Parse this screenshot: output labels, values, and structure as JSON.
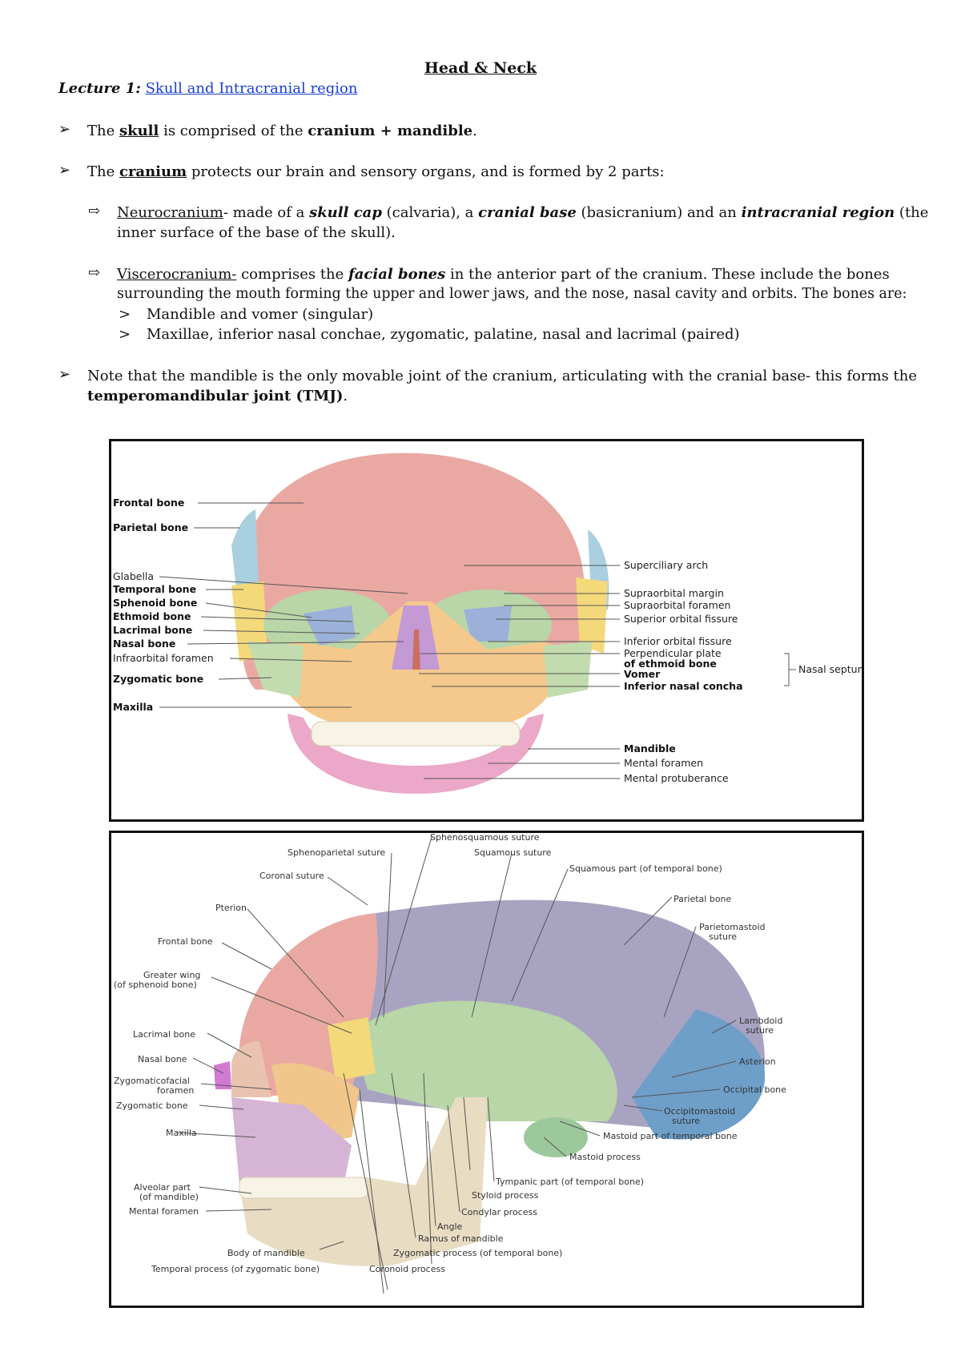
{
  "header": {
    "title": "Head & Neck"
  },
  "lecture": {
    "label": "Lecture 1:",
    "link": "Skull and Intracranial region"
  },
  "bullets": {
    "b1": {
      "p1": "The ",
      "skull": "skull",
      "p2": " is comprised of the ",
      "bold": "cranium + mandible",
      "p3": "."
    },
    "b2": {
      "p1": "The ",
      "cranium": "cranium",
      "p2": " protects our brain and sensory organs, and is formed by 2 parts:"
    },
    "neuro": {
      "name": "Neurocranium",
      "p1": "- made of a ",
      "skullcap": "skull cap",
      "p2": " (calvaria), a ",
      "cranialbase": "cranial base",
      "p3": " (basicranium) and an ",
      "intracranial": "intracranial region",
      "p4": " (the",
      "line2": "inner surface of the base of the skull)."
    },
    "viscero": {
      "name": "Viscerocranium-",
      "p1": " comprises the ",
      "facial": "facial bones",
      "p2": " in the anterior part of the cranium. These include the bones",
      "line2": "surrounding the mouth forming the upper and lower jaws, and the nose, nasal cavity and orbits. The bones are:",
      "sub1": "Mandible and vomer (singular)",
      "sub2": "Maxillae, inferior nasal conchae, zygomatic, palatine, nasal and lacrimal (paired)"
    },
    "b3": {
      "line1": "Note that the mandible is the only movable joint of the cranium, articulating with the cranial base- this forms the",
      "bold": "temperomandibular joint (TMJ)",
      "p2": "."
    }
  },
  "figure1": {
    "left_labels": [
      "Frontal bone",
      "Parietal bone",
      "Glabella",
      "Temporal bone",
      "Sphenoid bone",
      "Ethmoid bone",
      "Lacrimal bone",
      "Nasal bone",
      "Infraorbital foramen",
      "Zygomatic bone",
      "Maxilla"
    ],
    "right_labels": [
      "Superciliary arch",
      "Supraorbital margin",
      "Supraorbital foramen",
      "Superior orbital fissure",
      "Inferior orbital fissure",
      "Perpendicular plate",
      "of ethmoid bone",
      "Vomer",
      "Inferior nasal concha",
      "Mandible",
      "Mental foramen",
      "Mental protuberance"
    ],
    "bracket_label": "Nasal septum"
  },
  "figure2": {
    "labels": [
      "Sphenosquamous suture",
      "Sphenoparietal suture",
      "Squamous suture",
      "Coronal suture",
      "Squamous part (of temporal bone)",
      "Pterion",
      "Parietal bone",
      "Frontal bone",
      "Parietomastoid",
      "suture",
      "Greater wing",
      "(of sphenoid bone)",
      "Lambdoid",
      "suture",
      "Lacrimal bone",
      "Asterion",
      "Nasal bone",
      "Occipital bone",
      "Zygomaticofacial",
      "foramen",
      "Zygomatic bone",
      "Occipitomastoid",
      "suture",
      "Mastoid part of temporal bone",
      "Maxilla",
      "Mastoid process",
      "Alveolar part",
      "(of mandible)",
      "Tympanic part (of temporal bone)",
      "Mental foramen",
      "Styloid process",
      "Condylar process",
      "Angle",
      "Ramus of mandible",
      "Body of mandible",
      "Zygomatic process (of temporal bone)",
      "Temporal process (of zygomatic bone)",
      "Coronoid process"
    ]
  },
  "colors": {
    "link": "#1a3fd6",
    "frontal": "#e9a9a2",
    "parietal": "#a9a3c2",
    "temporal": "#b8d6a8",
    "sphenoid": "#f4d97a",
    "zygomatic": "#f1c68b",
    "maxilla": "#f5c98c",
    "mandible": "#eba8c8",
    "occipital": "#6e9fc9",
    "nasal": "#c39ad6",
    "ethmoid": "#9bb1d9"
  }
}
